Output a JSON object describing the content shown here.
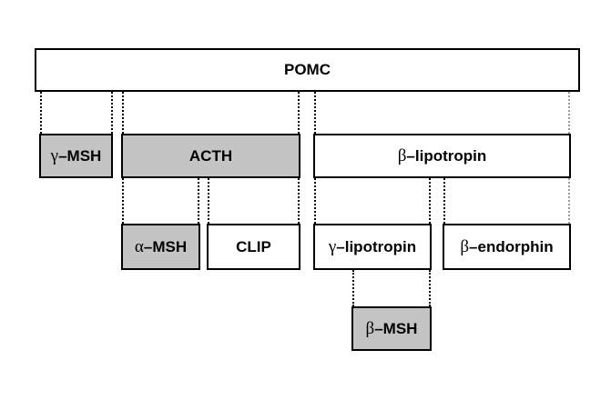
{
  "colors": {
    "border": "#000000",
    "filled": "#c4c4c4",
    "plain": "#ffffff"
  },
  "boxes": {
    "pomc": {
      "label": "POMC",
      "fill": "plain"
    },
    "gamma_msh": {
      "greek": "γ",
      "label": "–MSH",
      "fill": "filled"
    },
    "acth": {
      "label": "ACTH",
      "fill": "filled"
    },
    "beta_lipotropin": {
      "greek": "β",
      "label": "–lipotropin",
      "fill": "plain"
    },
    "alpha_msh": {
      "greek": "α",
      "label": "–MSH",
      "fill": "filled"
    },
    "clip": {
      "label": "CLIP",
      "fill": "plain"
    },
    "gamma_lipotropin": {
      "greek": "γ",
      "label": "–lipotropin",
      "fill": "plain"
    },
    "beta_endorphin": {
      "greek": "β",
      "label": "–endorphin",
      "fill": "plain"
    },
    "beta_msh": {
      "greek": "β",
      "label": "–MSH",
      "fill": "filled"
    }
  }
}
